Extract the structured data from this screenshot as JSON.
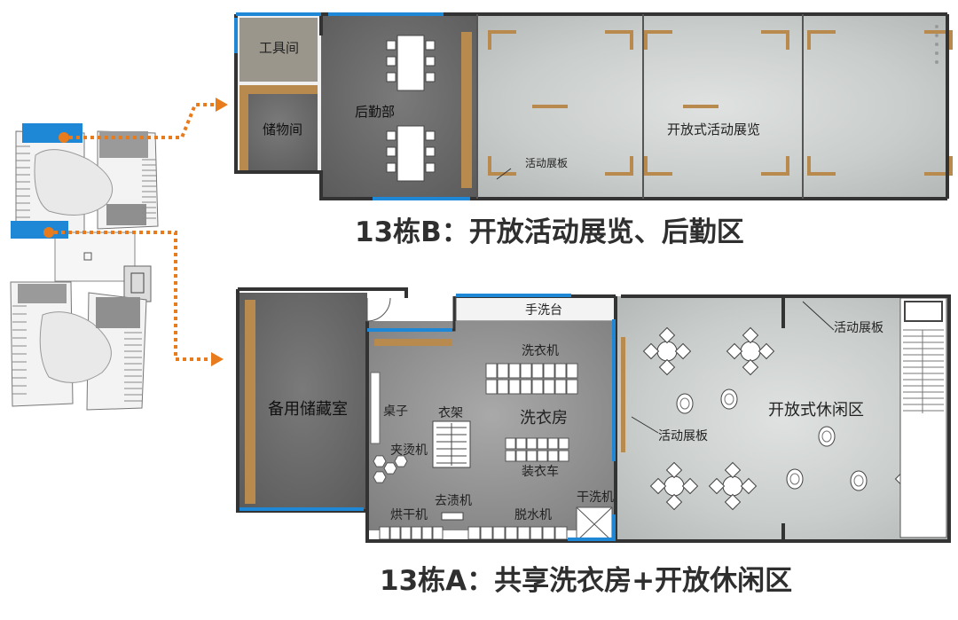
{
  "captions": {
    "b": "13栋B：开放活动展览、后勤区",
    "a": "13栋A：共享洗衣房+开放休闲区"
  },
  "rooms_b": {
    "tool": "工具间",
    "storage": "储物间",
    "logistics": "后勤部",
    "open_exhibit": "开放式活动展览",
    "board": "活动展板"
  },
  "rooms_a": {
    "backup_storage": "备用储藏室",
    "handwash": "手洗台",
    "washer": "洗衣机",
    "laundry": "洗衣房",
    "table": "桌子",
    "rack": "衣架",
    "ironer": "夹烫机",
    "cart": "装衣车",
    "dryer": "烘干机",
    "stain": "去渍机",
    "spin": "脱水机",
    "hand_dryer": "干洗机",
    "lounge": "开放式休闲区",
    "board_top": "活动展板",
    "board_mid": "活动展板"
  },
  "colors": {
    "accent_blue": "#1e88d6",
    "connector_orange": "#e87b1c",
    "wood": "#b98a4e",
    "room_dark": "#6e6e6e",
    "room_mid": "#8f8f8f",
    "room_light": "#c8ccca",
    "caption_text": "#2f2f2f"
  }
}
